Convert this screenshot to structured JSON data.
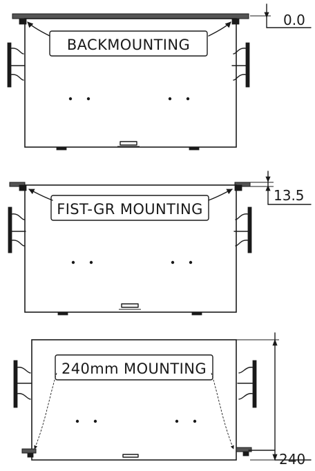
{
  "diagrams": [
    {
      "label": "BACKMOUNTING",
      "dimension": "0.0"
    },
    {
      "label": "FIST-GR MOUNTING",
      "dimension": "13.5"
    },
    {
      "label": "240mm MOUNTING",
      "dimension": "240"
    }
  ],
  "colors": {
    "line": "#1a1a1a",
    "background": "#ffffff",
    "panel_hatch": "#555555"
  }
}
